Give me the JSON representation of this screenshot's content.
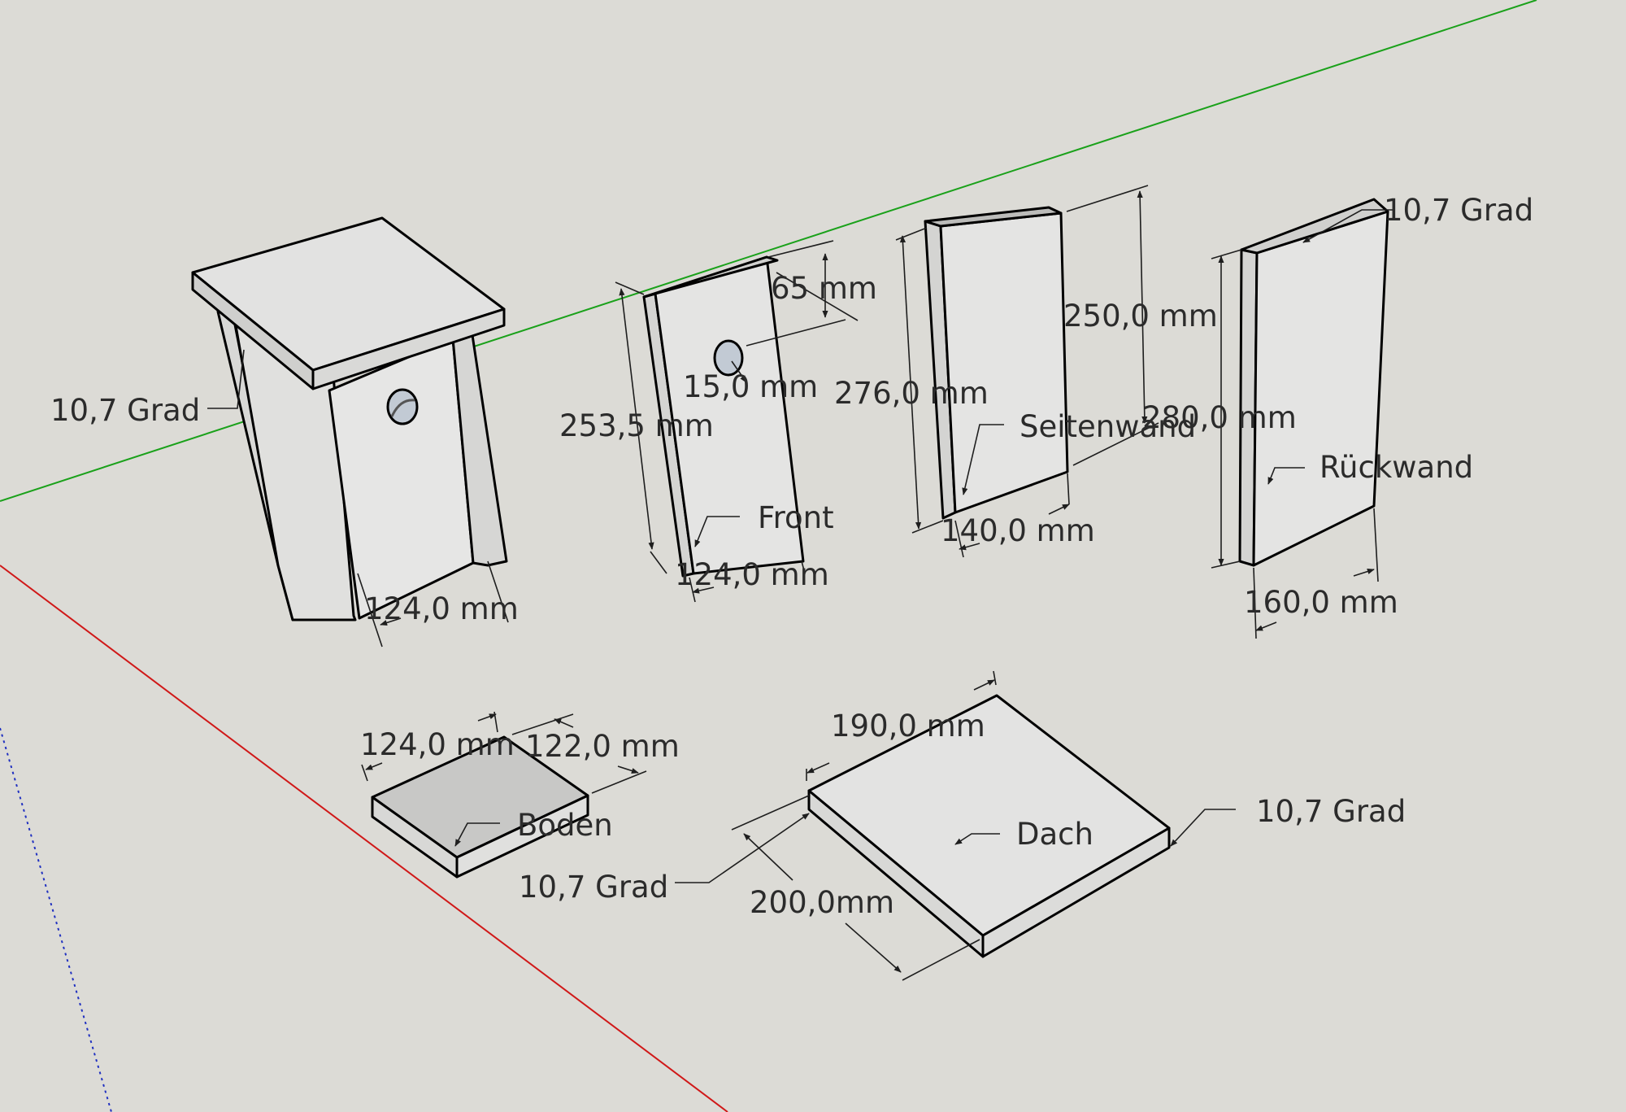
{
  "colors": {
    "background": "#dcdbd6",
    "face_light": "#e3e3e2",
    "face_mid": "#d4d4d2",
    "face_dark": "#c6c6c4",
    "axis_red": "#d01818",
    "axis_green": "#1aa11a",
    "axis_blue": "#2030c0",
    "text": "#2b2b2b"
  },
  "labels": {
    "house_angle": "10,7 Grad",
    "house_width": "124,0 mm",
    "front_hole_offset": "65 mm",
    "front_hole_diameter": "15,0 mm",
    "front_height": "253,5 mm",
    "front_name": "Front",
    "front_width": "124,0 mm",
    "side_back_height": "276,0 mm",
    "side_front_height": "250,0 mm",
    "side_name": "Seitenwand",
    "side_width": "140,0 mm",
    "back_height": "280,0 mm",
    "back_angle": "10,7 Grad",
    "back_name": "Rückwand",
    "back_width": "160,0 mm",
    "bottom_width": "124,0 mm",
    "bottom_depth": "122,0 mm",
    "bottom_name": "Boden",
    "roof_width": "190,0 mm",
    "roof_depth": "200,0mm",
    "roof_name": "Dach",
    "roof_angle_left": "10,7 Grad",
    "roof_angle_right": "10,7 Grad"
  }
}
